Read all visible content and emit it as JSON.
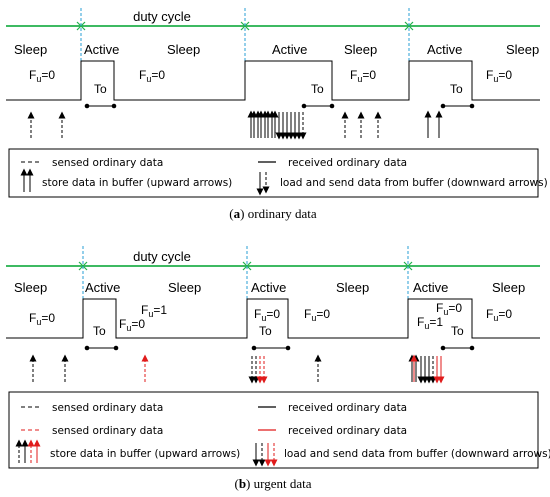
{
  "colors": {
    "cycle": "#22b14c",
    "marker": "#2a9fd6",
    "urgent": "#e01b1b",
    "ink": "#000000"
  },
  "panel_a": {
    "duty_cycle": "duty cycle",
    "states": [
      "Sleep",
      "Active",
      "Sleep",
      "Active",
      "Sleep",
      "Active",
      "Sleep"
    ],
    "fu": [
      "F",
      "u",
      "=0"
    ],
    "to": "To",
    "legend": {
      "sensed": "sensed ordinary data",
      "store": "store data in buffer (upward arrows)",
      "received": "received ordinary data",
      "load": "load and send data from buffer (downward arrows)"
    },
    "caption_letter": "a",
    "caption_text": " ordinary data"
  },
  "panel_b": {
    "duty_cycle": "duty cycle",
    "states": [
      "Sleep",
      "Active",
      "Sleep",
      "Active",
      "Sleep",
      "Active",
      "Sleep"
    ],
    "fu0": "=0",
    "fu1": "=1",
    "to": "To",
    "legend": {
      "sensed": "sensed ordinary data",
      "sensed_urgent": "sensed ordinary data",
      "store": "store data in buffer (upward arrows)",
      "received": "received ordinary data",
      "received_urgent": "received ordinary data",
      "load": "load and send data from buffer (downward arrows)"
    },
    "caption_letter": "b",
    "caption_text": " urgent data"
  }
}
